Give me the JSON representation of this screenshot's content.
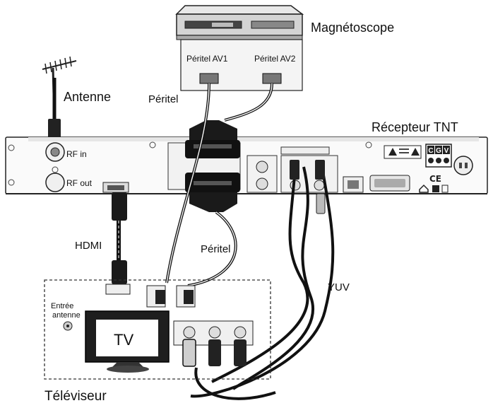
{
  "labels": {
    "vcr": "Magnétoscope",
    "vcr_av1": "Péritel AV1",
    "vcr_av2": "Péritel AV2",
    "antenna": "Antenne",
    "peritel_upper": "Péritel",
    "receiver": "Récepteur TNT",
    "rf_in": "RF in",
    "rf_out": "RF out",
    "hdmi": "HDMI",
    "peritel_lower": "Péritel",
    "yuv": "YUV",
    "antenna_input": "Entrée\nantenne",
    "tv": "TV",
    "television": "Téléviseur"
  },
  "icons": {
    "logo_letters": [
      "C",
      "G",
      "V"
    ],
    "ce_mark": "CE"
  }
}
